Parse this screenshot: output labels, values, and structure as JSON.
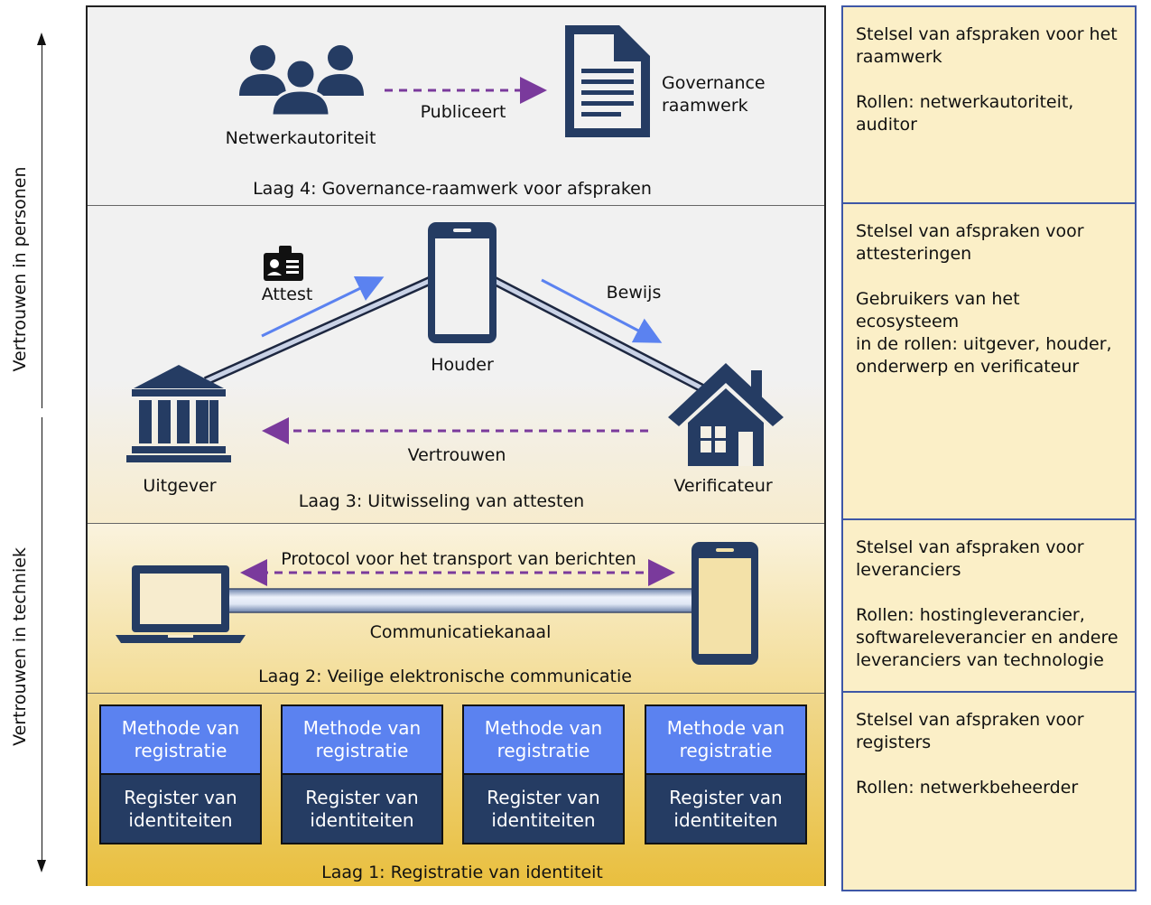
{
  "axis": {
    "top_label": "Vertrouwen in personen",
    "bottom_label": "Vertrouwen in techniek"
  },
  "layer4": {
    "title": "Laag 4: Governance-raamwerk voor afspraken",
    "actor": "Netwerkautoriteit",
    "action": "Publiceert",
    "document": "Governance\nraamwerk"
  },
  "layer3": {
    "title": "Laag 3: Uitwisseling van attesten",
    "issuer": "Uitgever",
    "holder": "Houder",
    "verifier": "Verificateur",
    "attest": "Attest",
    "proof": "Bewijs",
    "trust": "Vertrouwen"
  },
  "layer2": {
    "title": "Laag 2: Veilige elektronische communicatie",
    "protocol": "Protocol voor het transport van berichten",
    "channel": "Communicatiekanaal"
  },
  "layer1": {
    "title": "Laag 1: Registratie van identiteit",
    "columns": [
      {
        "method": "Methode van\nregistratie",
        "register": "Register van\nidentiteiten"
      },
      {
        "method": "Methode van\nregistratie",
        "register": "Register van\nidentiteiten"
      },
      {
        "method": "Methode van\nregistratie",
        "register": "Register van\nidentiteiten"
      },
      {
        "method": "Methode van\nregistratie",
        "register": "Register van\nidentiteiten"
      }
    ]
  },
  "right": [
    {
      "text": "Stelsel van afspraken voor het\nraamwerk\n\nRollen: netwerkautoriteit,\nauditor"
    },
    {
      "text": "Stelsel van afspraken voor\nattesteringen\n\nGebruikers van het ecosysteem\nin de rollen: uitgever, houder,\nonderwerp en verificateur"
    },
    {
      "text": "Stelsel van afspraken voor\nleveranciers\n\nRollen: hostingleverancier,\nsoftwareleverancier en andere\nleveranciers van technologie"
    },
    {
      "text": "Stelsel van afspraken voor\nregisters\n\nRollen: netwerkbeheerder"
    }
  ],
  "colors": {
    "icon": "#253c63",
    "method": "#5b82f0",
    "register": "#253c63",
    "dashed_arrow": "#7a3a9c",
    "flow_arrow": "#5b82f0",
    "right_box": "#fbefc7",
    "right_border": "#3e57a6"
  }
}
